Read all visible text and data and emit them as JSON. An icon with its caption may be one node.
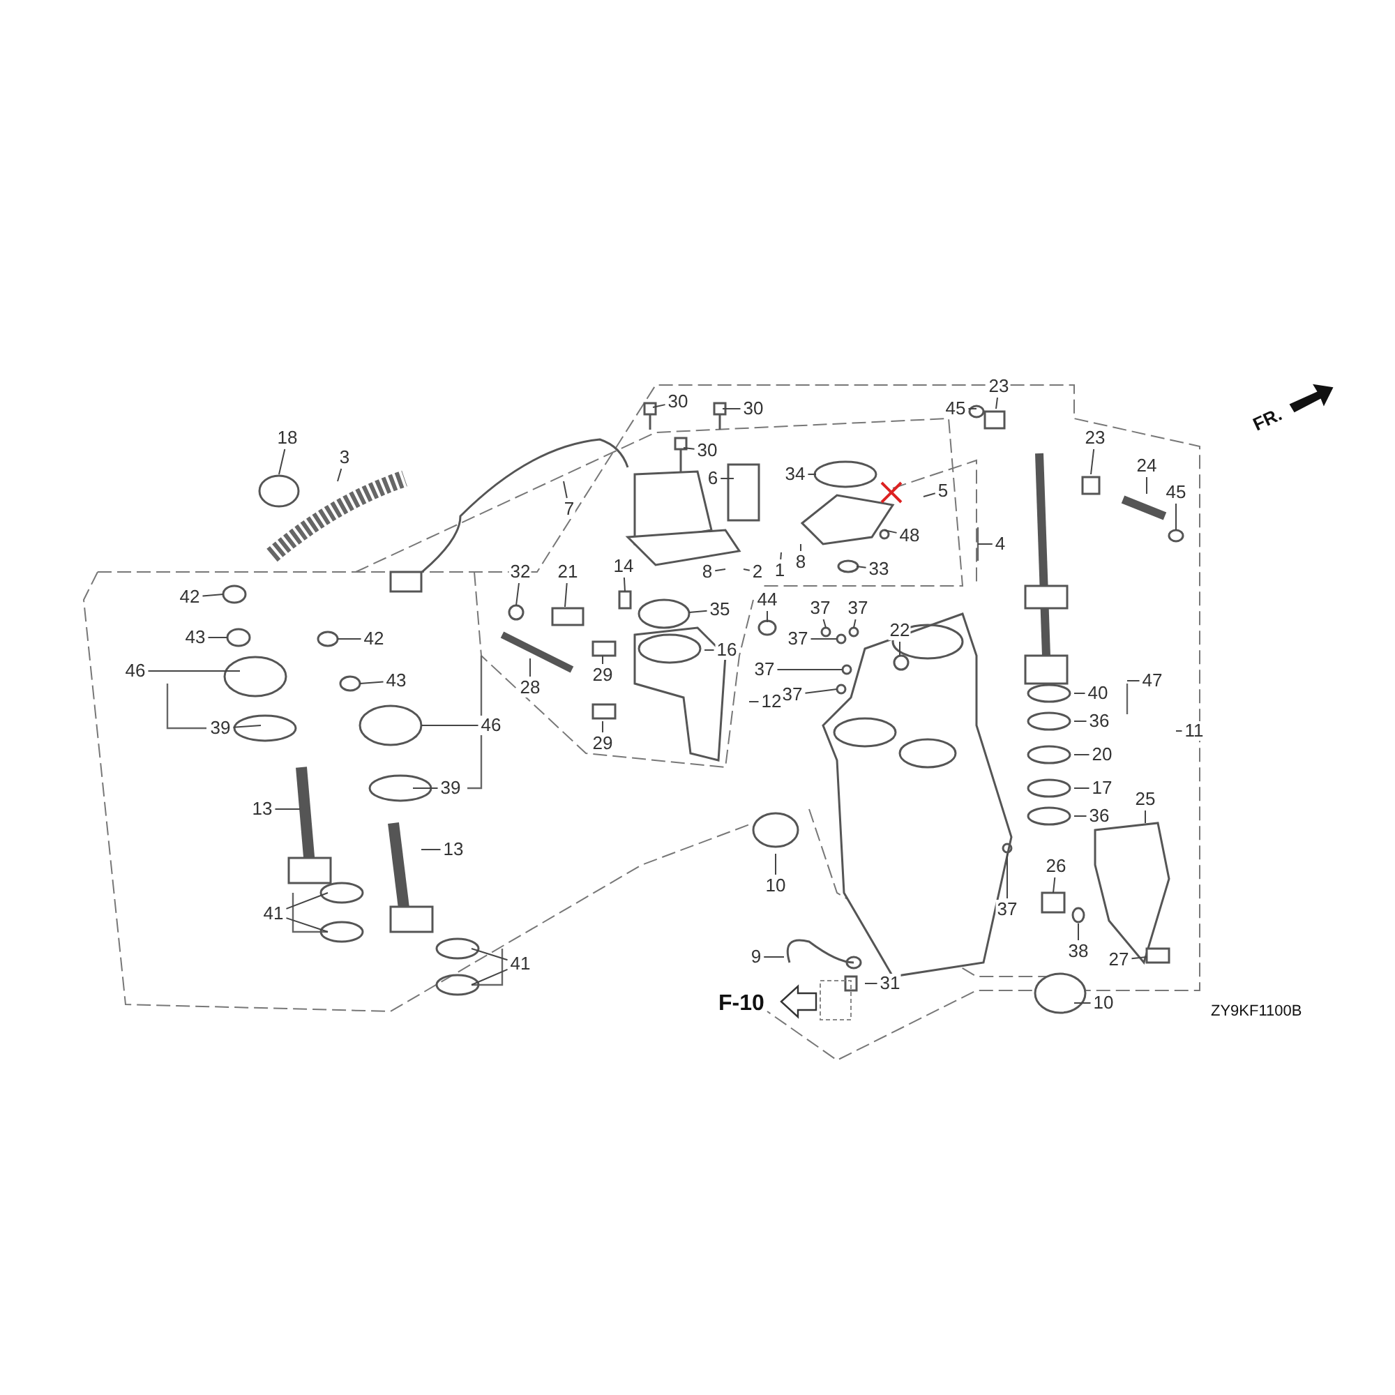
{
  "diagram": {
    "nodes": [
      {
        "text": [
          "18"
        ]
      },
      {
        "text": [
          "3"
        ]
      },
      {
        "text": [
          "30"
        ]
      },
      {
        "text": [
          "30"
        ]
      },
      {
        "text": [
          "30"
        ]
      },
      {
        "text": [
          "7"
        ]
      },
      {
        "text": [
          "6"
        ]
      },
      {
        "text": [
          "34"
        ]
      },
      {
        "text": [
          "5"
        ]
      },
      {
        "text": [
          "4"
        ]
      },
      {
        "text": [
          "48"
        ]
      },
      {
        "text": [
          "8"
        ]
      },
      {
        "text": [
          "2"
        ]
      },
      {
        "text": [
          "1"
        ]
      },
      {
        "text": [
          "8"
        ]
      },
      {
        "text": [
          "33"
        ]
      },
      {
        "text": [
          "45"
        ]
      },
      {
        "text": [
          "23"
        ]
      },
      {
        "text": [
          "23"
        ]
      },
      {
        "text": [
          "24"
        ]
      },
      {
        "text": [
          "45"
        ]
      },
      {
        "text": [
          "42"
        ]
      },
      {
        "text": [
          "43"
        ]
      },
      {
        "text": [
          "46"
        ]
      },
      {
        "text": [
          "39"
        ]
      },
      {
        "text": [
          "32"
        ]
      },
      {
        "text": [
          "21"
        ]
      },
      {
        "text": [
          "14"
        ]
      },
      {
        "text": [
          "35"
        ]
      },
      {
        "text": [
          "44"
        ]
      },
      {
        "text": [
          "37"
        ]
      },
      {
        "text": [
          "37"
        ]
      },
      {
        "text": [
          "37"
        ]
      },
      {
        "text": [
          "22"
        ]
      },
      {
        "text": [
          "37"
        ]
      },
      {
        "text": [
          "37"
        ]
      },
      {
        "text": [
          "16"
        ]
      },
      {
        "text": [
          "42"
        ]
      },
      {
        "text": [
          "43"
        ]
      },
      {
        "text": [
          "29"
        ]
      },
      {
        "text": [
          "28"
        ]
      },
      {
        "text": [
          "47"
        ]
      },
      {
        "text": [
          "40"
        ]
      },
      {
        "text": [
          "12"
        ]
      },
      {
        "text": [
          "46"
        ]
      },
      {
        "text": [
          "11"
        ]
      },
      {
        "text": [
          "36"
        ]
      },
      {
        "text": [
          "29"
        ]
      },
      {
        "text": [
          "20"
        ]
      },
      {
        "text": [
          "39"
        ]
      },
      {
        "text": [
          "17"
        ]
      },
      {
        "text": [
          "25"
        ]
      },
      {
        "text": [
          "13"
        ]
      },
      {
        "text": [
          "36"
        ]
      },
      {
        "text": [
          "13"
        ]
      },
      {
        "text": [
          "26"
        ]
      },
      {
        "text": [
          "10"
        ]
      },
      {
        "text": [
          "37"
        ]
      },
      {
        "text": [
          "41"
        ]
      },
      {
        "text": [
          "38"
        ]
      },
      {
        "text": [
          "9"
        ]
      },
      {
        "text": [
          "27"
        ]
      },
      {
        "text": [
          "41"
        ]
      },
      {
        "text": [
          "31"
        ]
      },
      {
        "text": [
          "10"
        ]
      }
    ],
    "edges": [
      {
        "from": 0,
        "to": null,
        "arrow": "none"
      },
      {
        "from": 1,
        "to": null,
        "arrow": "none"
      },
      {
        "from": 2,
        "to": null,
        "arrow": "none"
      },
      {
        "from": 3,
        "to": null,
        "arrow": "none"
      },
      {
        "from": 4,
        "to": null,
        "arrow": "none"
      },
      {
        "from": 5,
        "to": null,
        "arrow": "none"
      },
      {
        "from": 6,
        "to": null,
        "arrow": "none"
      },
      {
        "from": 7,
        "to": null,
        "arrow": "none"
      },
      {
        "from": 8,
        "to": null,
        "arrow": "none"
      },
      {
        "from": 9,
        "to": null,
        "arrow": "none"
      },
      {
        "from": 10,
        "to": null,
        "arrow": "none"
      },
      {
        "from": 11,
        "to": null,
        "arrow": "none"
      },
      {
        "from": 12,
        "to": null,
        "arrow": "none"
      },
      {
        "from": 13,
        "to": null,
        "arrow": "none"
      },
      {
        "from": 14,
        "to": null,
        "arrow": "none"
      },
      {
        "from": 15,
        "to": null,
        "arrow": "none"
      },
      {
        "from": 16,
        "to": null,
        "arrow": "none"
      },
      {
        "from": 17,
        "to": null,
        "arrow": "none"
      },
      {
        "from": 18,
        "to": null,
        "arrow": "none"
      },
      {
        "from": 19,
        "to": null,
        "arrow": "none"
      },
      {
        "from": 20,
        "to": null,
        "arrow": "none"
      },
      {
        "from": 21,
        "to": null,
        "arrow": "none"
      },
      {
        "from": 22,
        "to": null,
        "arrow": "none"
      },
      {
        "from": 23,
        "to": null,
        "arrow": "none"
      },
      {
        "from": 24,
        "to": null,
        "arrow": "none"
      },
      {
        "from": 25,
        "to": null,
        "arrow": "none"
      },
      {
        "from": 26,
        "to": null,
        "arrow": "none"
      },
      {
        "from": 27,
        "to": null,
        "arrow": "none"
      },
      {
        "from": 28,
        "to": null,
        "arrow": "none"
      },
      {
        "from": 29,
        "to": null,
        "arrow": "none"
      },
      {
        "from": 30,
        "to": null,
        "arrow": "none"
      },
      {
        "from": 31,
        "to": null,
        "arrow": "none"
      },
      {
        "from": 32,
        "to": null,
        "arrow": "none"
      },
      {
        "from": 33,
        "to": null,
        "arrow": "none"
      },
      {
        "from": 34,
        "to": null,
        "arrow": "none"
      },
      {
        "from": 35,
        "to": null,
        "arrow": "none"
      },
      {
        "from": 36,
        "to": null,
        "arrow": "none"
      },
      {
        "from": 37,
        "to": null,
        "arrow": "none"
      },
      {
        "from": 38,
        "to": null,
        "arrow": "none"
      },
      {
        "from": 39,
        "to": null,
        "arrow": "none"
      },
      {
        "from": 40,
        "to": null,
        "arrow": "none"
      },
      {
        "from": 41,
        "to": null,
        "arrow": "none"
      },
      {
        "from": 42,
        "to": null,
        "arrow": "none"
      },
      {
        "from": 43,
        "to": null,
        "arrow": "none"
      },
      {
        "from": 44,
        "to": null,
        "arrow": "none"
      },
      {
        "from": 45,
        "to": null,
        "arrow": "none"
      },
      {
        "from": 46,
        "to": null,
        "arrow": "none"
      },
      {
        "from": 47,
        "to": null,
        "arrow": "none"
      },
      {
        "from": 48,
        "to": null,
        "arrow": "none"
      },
      {
        "from": 49,
        "to": null,
        "arrow": "none"
      },
      {
        "from": 50,
        "to": null,
        "arrow": "none"
      },
      {
        "from": 51,
        "to": null,
        "arrow": "none"
      },
      {
        "from": 52,
        "to": null,
        "arrow": "none"
      },
      {
        "from": 53,
        "to": null,
        "arrow": "none"
      },
      {
        "from": 54,
        "to": null,
        "arrow": "none"
      },
      {
        "from": 55,
        "to": null,
        "arrow": "none"
      },
      {
        "from": 56,
        "to": null,
        "arrow": "none"
      },
      {
        "from": 57,
        "to": null,
        "arrow": "none"
      },
      {
        "from": 58,
        "to": null,
        "arrow": "none"
      },
      {
        "from": 58,
        "to": null,
        "arrow": "none"
      },
      {
        "from": 59,
        "to": null,
        "arrow": "none"
      },
      {
        "from": 60,
        "to": null,
        "arrow": "none"
      },
      {
        "from": 61,
        "to": null,
        "arrow": "none"
      },
      {
        "from": 62,
        "to": null,
        "arrow": "none"
      },
      {
        "from": 62,
        "to": null,
        "arrow": "none"
      },
      {
        "from": 63,
        "to": null,
        "arrow": "none"
      },
      {
        "from": 64,
        "to": null,
        "arrow": "none"
      }
    ],
    "labels": [
      "FR.",
      "F-10",
      "ZY9KF1100B"
    ]
  }
}
